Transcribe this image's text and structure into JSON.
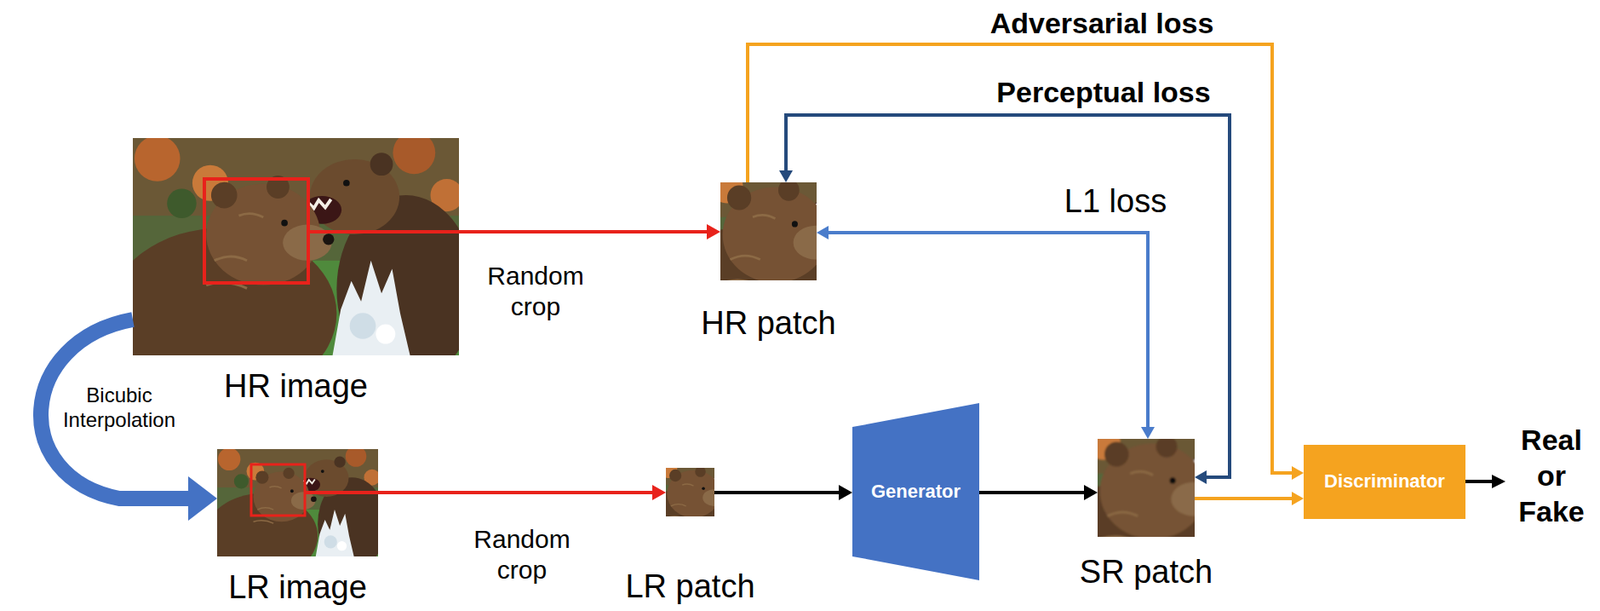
{
  "diagram": {
    "nodes": [
      {
        "text": [
          "HR image"
        ]
      },
      {
        "text": [
          "LR image"
        ]
      },
      {
        "text": [
          "HR patch"
        ]
      },
      {
        "text": [
          "LR patch"
        ]
      },
      {
        "text": [
          "Generator"
        ]
      },
      {
        "text": [
          "SR patch"
        ]
      },
      {
        "text": [
          "Discriminator"
        ]
      }
    ],
    "edges": [
      {
        "from": 0,
        "to": 2,
        "label": "Random crop",
        "arrow": "to"
      },
      {
        "from": 0,
        "to": 1,
        "label": "Bicubic Interpolation",
        "arrow": "to"
      },
      {
        "from": 1,
        "to": 3,
        "label": "Random crop",
        "arrow": "to"
      },
      {
        "from": 3,
        "to": 4,
        "arrow": "to"
      },
      {
        "from": 4,
        "to": 5,
        "arrow": "to"
      },
      {
        "from": 5,
        "to": 2,
        "label": "L1 loss",
        "arrow": "both"
      },
      {
        "from": 5,
        "to": 2,
        "label": "Perceptual loss",
        "arrow": "both"
      },
      {
        "from": 2,
        "to": 6,
        "label": "Adversarial loss",
        "arrow": "to"
      },
      {
        "from": 5,
        "to": 6,
        "arrow": "to"
      }
    ],
    "labels": [
      "Real or Fake"
    ]
  }
}
